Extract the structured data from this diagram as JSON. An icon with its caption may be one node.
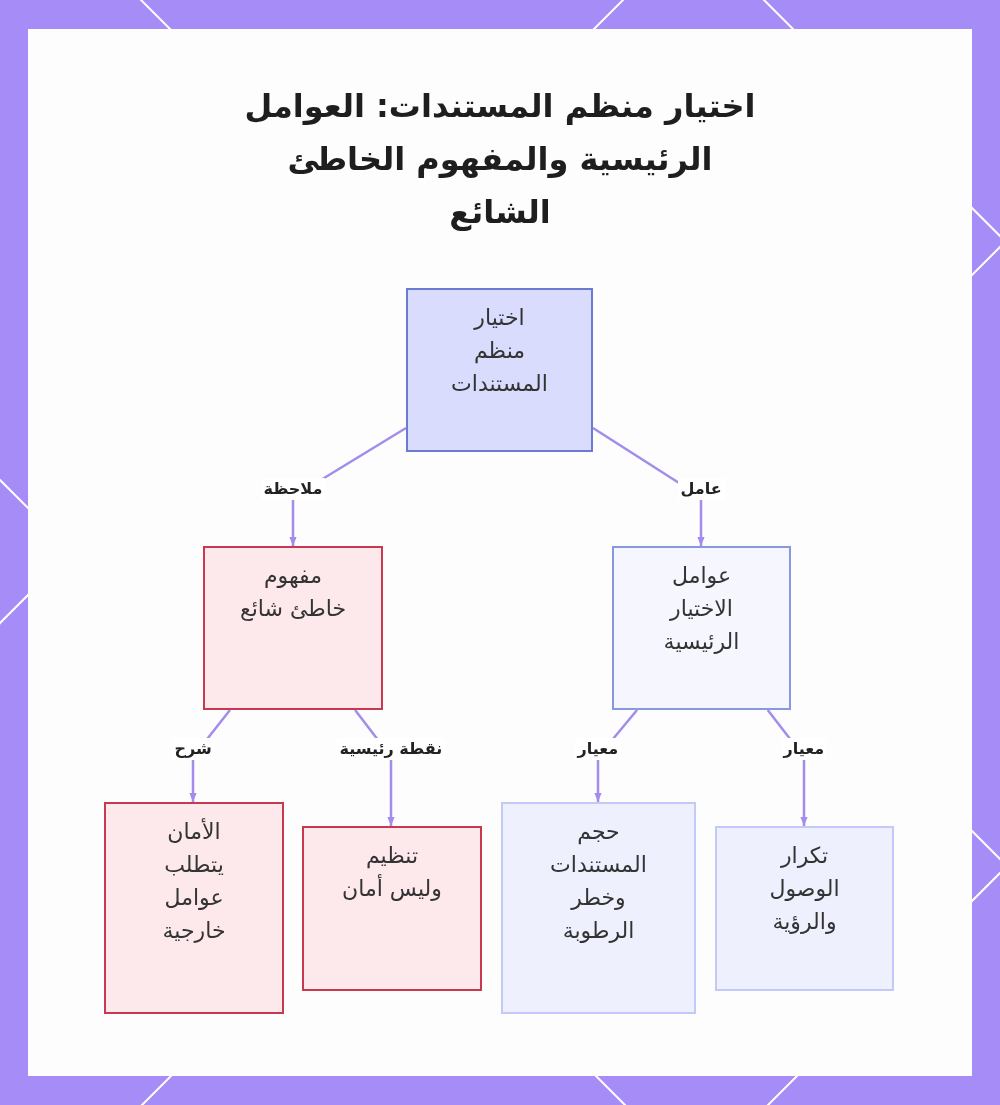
{
  "diagram": {
    "title": "اختيار منظم المستندات: العوامل الرئيسية والمفهوم الخاطئ الشائع",
    "nodes": [
      {
        "text": [
          "اختيار منظم المستندات"
        ]
      },
      {
        "text": [
          "مفهوم خاطئ شائع"
        ]
      },
      {
        "text": [
          "عوامل الاختيار الرئيسية"
        ]
      },
      {
        "text": [
          "الأمان يتطلب عوامل خارجية"
        ]
      },
      {
        "text": [
          "تنظيم وليس أمان"
        ]
      },
      {
        "text": [
          "حجم المستندات وخطر الرطوبة"
        ]
      },
      {
        "text": [
          "تكرار الوصول والرؤية"
        ]
      }
    ],
    "edges": [
      {
        "from": 0,
        "to": 1,
        "arrow": "to",
        "label": "ملاحظة"
      },
      {
        "from": 0,
        "to": 2,
        "arrow": "to",
        "label": "عامل"
      },
      {
        "from": 1,
        "to": 3,
        "arrow": "to",
        "label": "شرح"
      },
      {
        "from": 1,
        "to": 4,
        "arrow": "to",
        "label": "نقطة رئيسية"
      },
      {
        "from": 2,
        "to": 5,
        "arrow": "to",
        "label": "معيار"
      },
      {
        "from": 2,
        "to": 6,
        "arrow": "to",
        "label": "معيار"
      }
    ]
  }
}
